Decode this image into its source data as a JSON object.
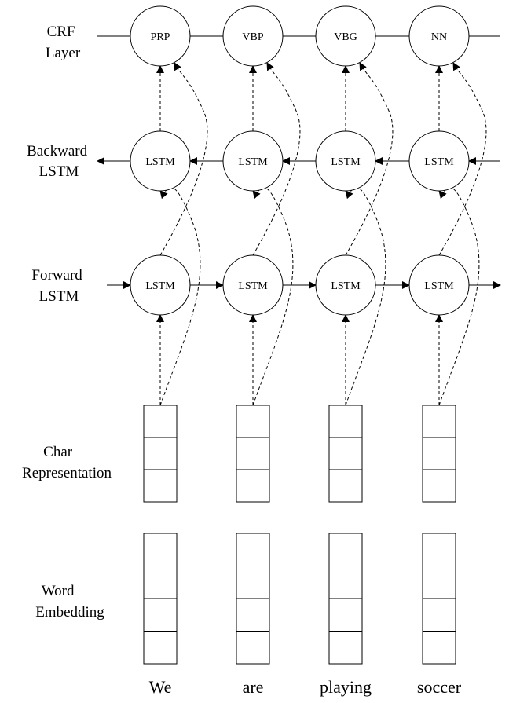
{
  "layers": {
    "crf": [
      "CRF",
      "Layer"
    ],
    "backward": [
      "Backward",
      "LSTM"
    ],
    "forward": [
      "Forward",
      "LSTM"
    ],
    "char": [
      "Char",
      "Representation"
    ],
    "word": [
      "Word",
      "Embedding"
    ]
  },
  "tags": [
    "PRP",
    "VBP",
    "VBG",
    "NN"
  ],
  "lstm_label": "LSTM",
  "words": [
    "We",
    "are",
    "playing",
    "soccer"
  ],
  "char_cells_per_column": 3,
  "word_cells_per_column": 4
}
